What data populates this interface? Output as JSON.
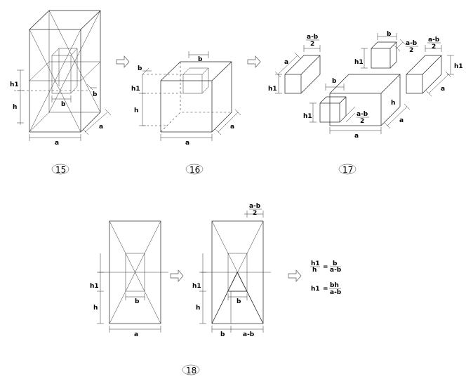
{
  "figures": {
    "fig15": {
      "number": "15",
      "labels": {
        "h1": "h1",
        "h": "h",
        "b_front": "b",
        "b_side": "b",
        "a_bottom": "a",
        "a_side": "a"
      }
    },
    "fig16": {
      "number": "16",
      "labels": {
        "b_top": "b",
        "b_left": "b",
        "h1": "h1",
        "h": "h",
        "a_bottom": "a",
        "a_side": "a"
      }
    },
    "fig17": {
      "number": "17",
      "labels": {
        "ab2_top_num": "a-b",
        "ab2_top_den": "2",
        "a_left": "a",
        "h1_left": "h1",
        "b_small": "b",
        "h1_small": "h1",
        "ab2_mid_num": "a-b",
        "ab2_mid_den": "2",
        "ab2_right_num": "a-b",
        "ab2_right_den": "2",
        "h1_right": "h1",
        "a_right": "a",
        "b_center": "b",
        "h_center": "h",
        "h1_bottom": "h1",
        "ab2_bottom_num": "a-b",
        "ab2_bottom_den": "2",
        "a_center_side": "a",
        "a_center_bottom": "a"
      }
    },
    "fig18": {
      "number": "18",
      "left": {
        "h1": "h1",
        "h": "h",
        "b": "b",
        "a": "a"
      },
      "right": {
        "ab2_num": "a-b",
        "ab2_den": "2",
        "h1": "h1",
        "h": "h",
        "b_inner": "b",
        "b_bottom": "b",
        "ab_bottom": "a-b"
      },
      "formula1": {
        "lhs_num": "h1",
        "lhs_den": "h",
        "eq": "=",
        "rhs_num": "b",
        "rhs_den": "a-b"
      },
      "formula2": {
        "lhs": "h1",
        "eq": "=",
        "rhs_num": "bh",
        "rhs_den": "a-b"
      }
    }
  }
}
